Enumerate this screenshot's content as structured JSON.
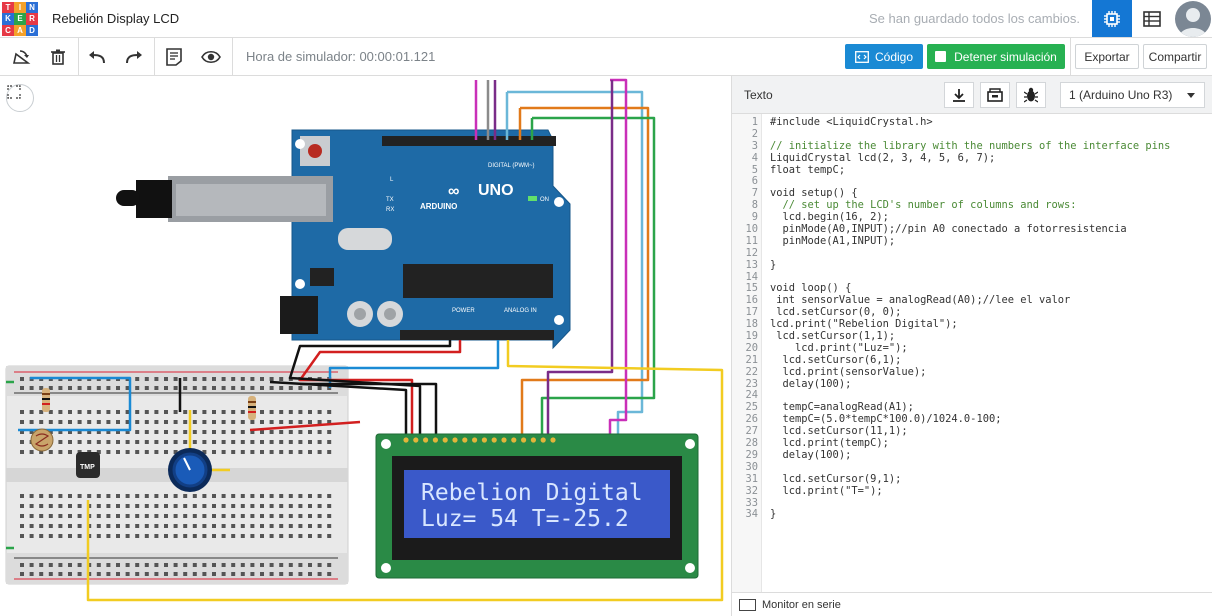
{
  "header": {
    "logo_letters": [
      "TIN",
      "KER",
      "CAD"
    ],
    "logo_chars": [
      "T",
      "I",
      "N",
      "K",
      "E",
      "R",
      "C",
      "A",
      "D"
    ],
    "title": "Rebelión Display LCD",
    "save_status": "Se han guardado todos los cambios."
  },
  "toolbar": {
    "sim_time": "Hora de simulador: 00:00:01.121",
    "code_label": "Código",
    "stop_label": "Detener simulación",
    "export_label": "Exportar",
    "share_label": "Compartir"
  },
  "circuit": {
    "arduino_brand": "ARDUINO",
    "arduino_model": "UNO",
    "digital_label": "DIGITAL (PWM~)",
    "analog_label": "ANALOG IN",
    "power_label": "POWER",
    "on_label": "ON",
    "tx_label": "TX",
    "rx_label": "RX",
    "l_label": "L",
    "temp_sensor_label": "TMP",
    "lcd_line1": "Rebelion Digital",
    "lcd_line2": " Luz= 54 T=-25.2"
  },
  "code_panel": {
    "label": "Texto",
    "device": "1 (Arduino Uno R3)",
    "serial_monitor": "Monitor en serie",
    "lines": [
      {
        "n": "1",
        "t": "#include <LiquidCrystal.h>",
        "c": false
      },
      {
        "n": "2",
        "t": "",
        "c": false
      },
      {
        "n": "3",
        "t": "// initialize the library with the numbers of the interface pins",
        "c": true
      },
      {
        "n": "4",
        "t": "LiquidCrystal lcd(2, 3, 4, 5, 6, 7);",
        "c": false
      },
      {
        "n": "5",
        "t": "float tempC;",
        "c": false
      },
      {
        "n": "6",
        "t": "",
        "c": false
      },
      {
        "n": "7",
        "t": "void setup() {",
        "c": false
      },
      {
        "n": "8",
        "t": "  // set up the LCD's number of columns and rows:",
        "c": true
      },
      {
        "n": "9",
        "t": "  lcd.begin(16, 2);",
        "c": false
      },
      {
        "n": "10",
        "t": "  pinMode(A0,INPUT);//pin A0 conectado a fotorresistencia",
        "c": false
      },
      {
        "n": "11",
        "t": "  pinMode(A1,INPUT);",
        "c": false
      },
      {
        "n": "12",
        "t": "",
        "c": false
      },
      {
        "n": "13",
        "t": "}",
        "c": false
      },
      {
        "n": "14",
        "t": "",
        "c": false
      },
      {
        "n": "15",
        "t": "void loop() {",
        "c": false
      },
      {
        "n": "16",
        "t": " int sensorValue = analogRead(A0);//lee el valor",
        "c": false
      },
      {
        "n": "17",
        "t": " lcd.setCursor(0, 0);",
        "c": false
      },
      {
        "n": "18",
        "t": "lcd.print(\"Rebelion Digital\");",
        "c": false
      },
      {
        "n": "19",
        "t": " lcd.setCursor(1,1);",
        "c": false
      },
      {
        "n": "20",
        "t": "    lcd.print(\"Luz=\");",
        "c": false
      },
      {
        "n": "21",
        "t": "  lcd.setCursor(6,1);",
        "c": false
      },
      {
        "n": "22",
        "t": "  lcd.print(sensorValue);",
        "c": false
      },
      {
        "n": "23",
        "t": "  delay(100);",
        "c": false
      },
      {
        "n": "24",
        "t": "",
        "c": false
      },
      {
        "n": "25",
        "t": "  tempC=analogRead(A1);",
        "c": false
      },
      {
        "n": "26",
        "t": "  tempC=(5.0*tempC*100.0)/1024.0-100;",
        "c": false
      },
      {
        "n": "27",
        "t": "  lcd.setCursor(11,1);",
        "c": false
      },
      {
        "n": "28",
        "t": "  lcd.print(tempC);",
        "c": false
      },
      {
        "n": "29",
        "t": "  delay(100);",
        "c": false
      },
      {
        "n": "30",
        "t": "",
        "c": false
      },
      {
        "n": "31",
        "t": "  lcd.setCursor(9,1);",
        "c": false
      },
      {
        "n": "32",
        "t": "  lcd.print(\"T=\");",
        "c": false
      },
      {
        "n": "33",
        "t": "",
        "c": false
      },
      {
        "n": "34",
        "t": "}",
        "c": false
      }
    ]
  },
  "colors": {
    "accent_blue": "#1477d4",
    "stop_green": "#27b152",
    "board_blue": "#1e6aa6",
    "lcd_blue": "#3a59c9",
    "lcd_board": "#2a8a46"
  }
}
